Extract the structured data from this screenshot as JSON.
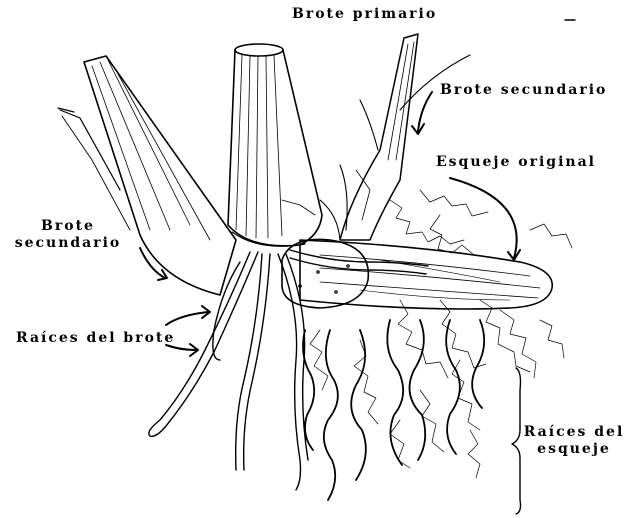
{
  "labels": {
    "primary_shoot": "Brote primario",
    "secondary_shoot_right": "Brote secundario",
    "original_cutting": "Esqueje original",
    "secondary_shoot_left_line1": "Brote",
    "secondary_shoot_left_line2": "secundario",
    "shoot_roots": "Raíces del brote",
    "cutting_roots_line1": "Raíces del",
    "cutting_roots_line2": "esqueje"
  },
  "colors": {
    "ink": "#000000",
    "paper": "#ffffff"
  }
}
